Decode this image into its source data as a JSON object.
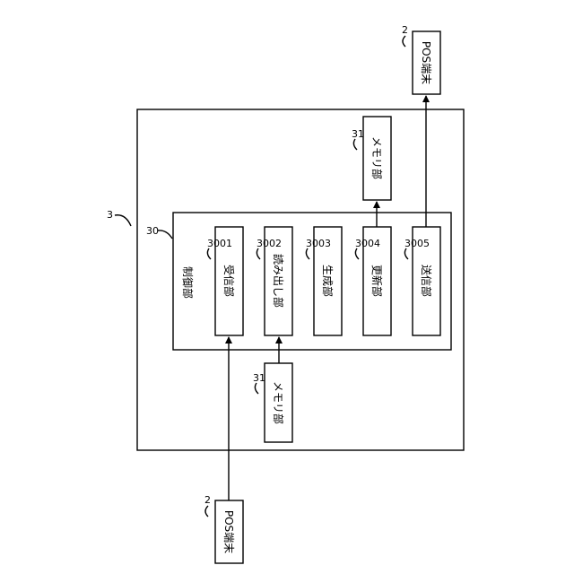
{
  "device": {
    "ref": "3"
  },
  "control": {
    "ref": "30",
    "label": "制御部"
  },
  "units": [
    {
      "ref": "3001",
      "label": "受信部"
    },
    {
      "ref": "3002",
      "label": "読み出し部"
    },
    {
      "ref": "3003",
      "label": "生成部"
    },
    {
      "ref": "3004",
      "label": "更新部"
    },
    {
      "ref": "3005",
      "label": "送信部"
    }
  ],
  "memory_top": {
    "ref": "31",
    "label": "メモリ部"
  },
  "memory_bottom": {
    "ref": "31",
    "label": "メモリ部"
  },
  "pos_top": {
    "ref": "2",
    "label": "POS端末"
  },
  "pos_bottom": {
    "ref": "2",
    "label": "POS端末"
  }
}
